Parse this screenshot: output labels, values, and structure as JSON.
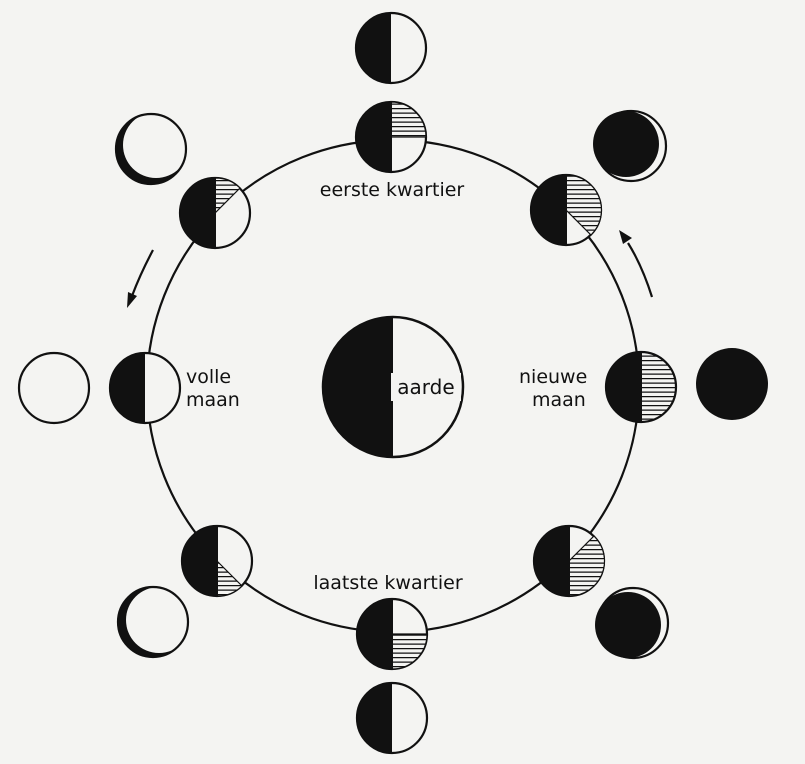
{
  "labels": {
    "first_quarter": "eerste kwartier",
    "full_moon_line1": "volle",
    "full_moon_line2": "maan",
    "new_moon_line1": "nieuwe",
    "new_moon_line2": "maan",
    "last_quarter": "laatste kwartier",
    "earth": "aarde"
  },
  "colors": {
    "ink": "#111111",
    "paper": "#f4f4f2"
  }
}
